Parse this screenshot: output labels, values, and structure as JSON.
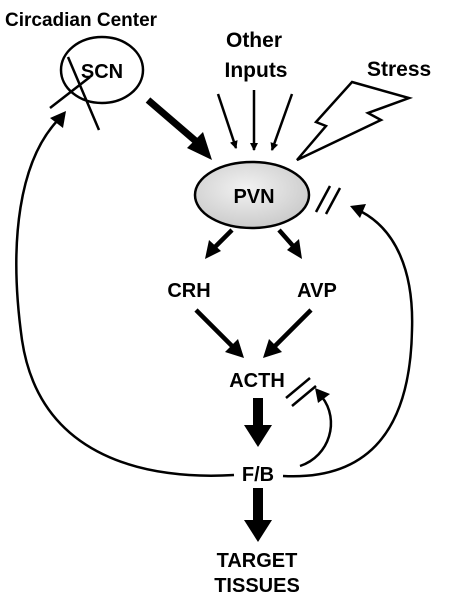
{
  "diagram": {
    "circadian_center": "Circadian Center",
    "scn": "SCN",
    "other_inputs_line1": "Other",
    "other_inputs_line2": "Inputs",
    "stress": "Stress",
    "pvn": "PVN",
    "crh": "CRH",
    "avp": "AVP",
    "acth": "ACTH",
    "fb": "F/B",
    "target_line1": "TARGET",
    "target_line2": "TISSUES"
  }
}
